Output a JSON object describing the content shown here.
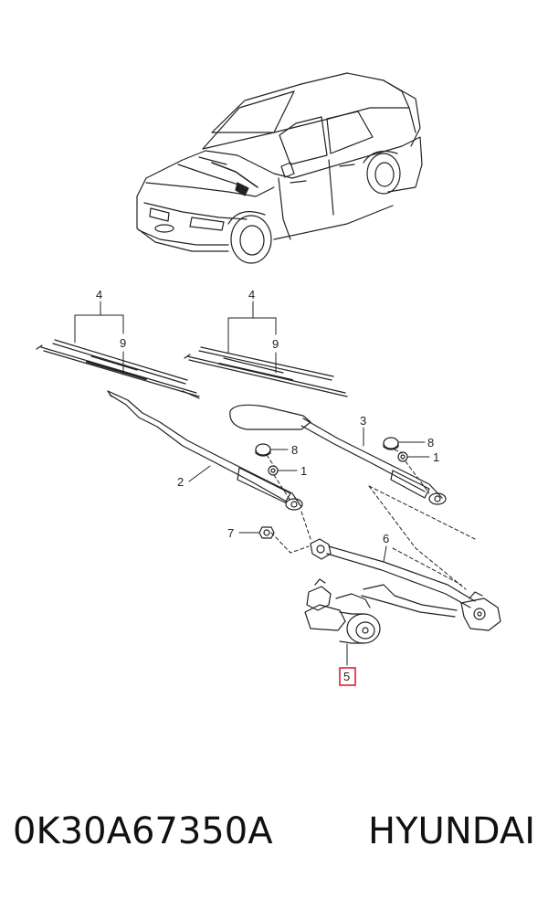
{
  "callouts": {
    "c4a": "4",
    "c9a": "9",
    "c4b": "4",
    "c9b": "9",
    "c3": "3",
    "c8a": "8",
    "c1a": "1",
    "c8b": "8",
    "c1b": "1",
    "c2": "2",
    "c7": "7",
    "c6": "6",
    "c5": "5"
  },
  "highlight_color": "#d9001b",
  "caption": {
    "part_number": "0K30A67350A",
    "brand": "HYUNDAI"
  }
}
